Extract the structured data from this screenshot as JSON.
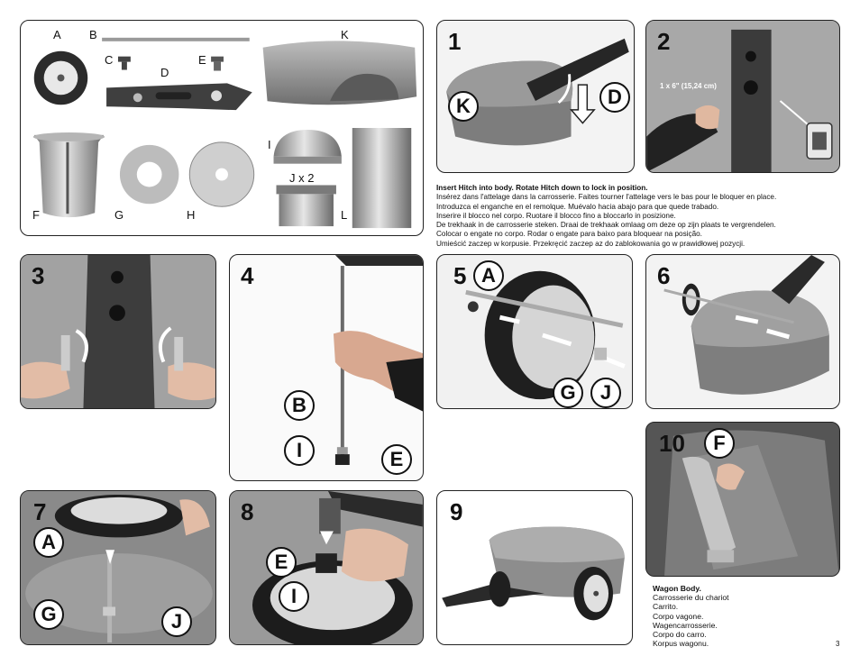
{
  "parts_panel": {
    "labels": {
      "A": "A",
      "B": "B",
      "C": "C",
      "D": "D",
      "E": "E",
      "F": "F",
      "G": "G",
      "H": "H",
      "I": "I",
      "J": "J x 2",
      "K": "K",
      "L": "L"
    }
  },
  "steps": {
    "s1": {
      "num": "1",
      "callouts": [
        "K",
        "D"
      ]
    },
    "s2": {
      "num": "2",
      "measure": "1 x 6\" (15,24 cm)"
    },
    "s3": {
      "num": "3"
    },
    "s4": {
      "num": "4",
      "callouts": [
        "B",
        "I",
        "E"
      ]
    },
    "s5": {
      "num": "5",
      "callouts": [
        "A",
        "G",
        "J"
      ]
    },
    "s6": {
      "num": "6"
    },
    "s7": {
      "num": "7",
      "callouts": [
        "A",
        "G",
        "J"
      ]
    },
    "s8": {
      "num": "8",
      "callouts": [
        "E",
        "I"
      ]
    },
    "s9": {
      "num": "9"
    },
    "s10": {
      "num": "10",
      "callouts": [
        "F"
      ]
    }
  },
  "instructions": {
    "title": "Insert Hitch into body. Rotate Hitch down to lock in position.",
    "lines": [
      "Insérez dans l'attelage dans la carrosserie. Faites tourner l'attelage vers le bas pour le bloquer en place.",
      "Introduzca el enganche en el remolque. Muévalo hacia abajo para que quede trabado.",
      "Inserire il blocco nel corpo. Ruotare il blocco fino a bloccarlo in posizione.",
      "De trekhaak in de carrosserie steken. Draai de trekhaak omlaag om deze op zijn plaats te vergrendelen.",
      "Colocar o engate no corpo. Rodar o engate para baixo para bloquear na posição.",
      "Umieścić zaczep w korpusie. Przekręcić zaczep az do zablokowania go w prawidłowej pozycji."
    ]
  },
  "wagon_body": {
    "title": "Wagon Body.",
    "lines": [
      "Carrosserie du chariot",
      "Carrito.",
      "Corpo vagone.",
      "Wagencarrosserie.",
      "Corpo do carro.",
      "Korpus wagonu."
    ]
  },
  "page_number": "3",
  "colors": {
    "plastic": "#8a8a8a",
    "dark": "#3a3a3a",
    "border": "#222222"
  }
}
